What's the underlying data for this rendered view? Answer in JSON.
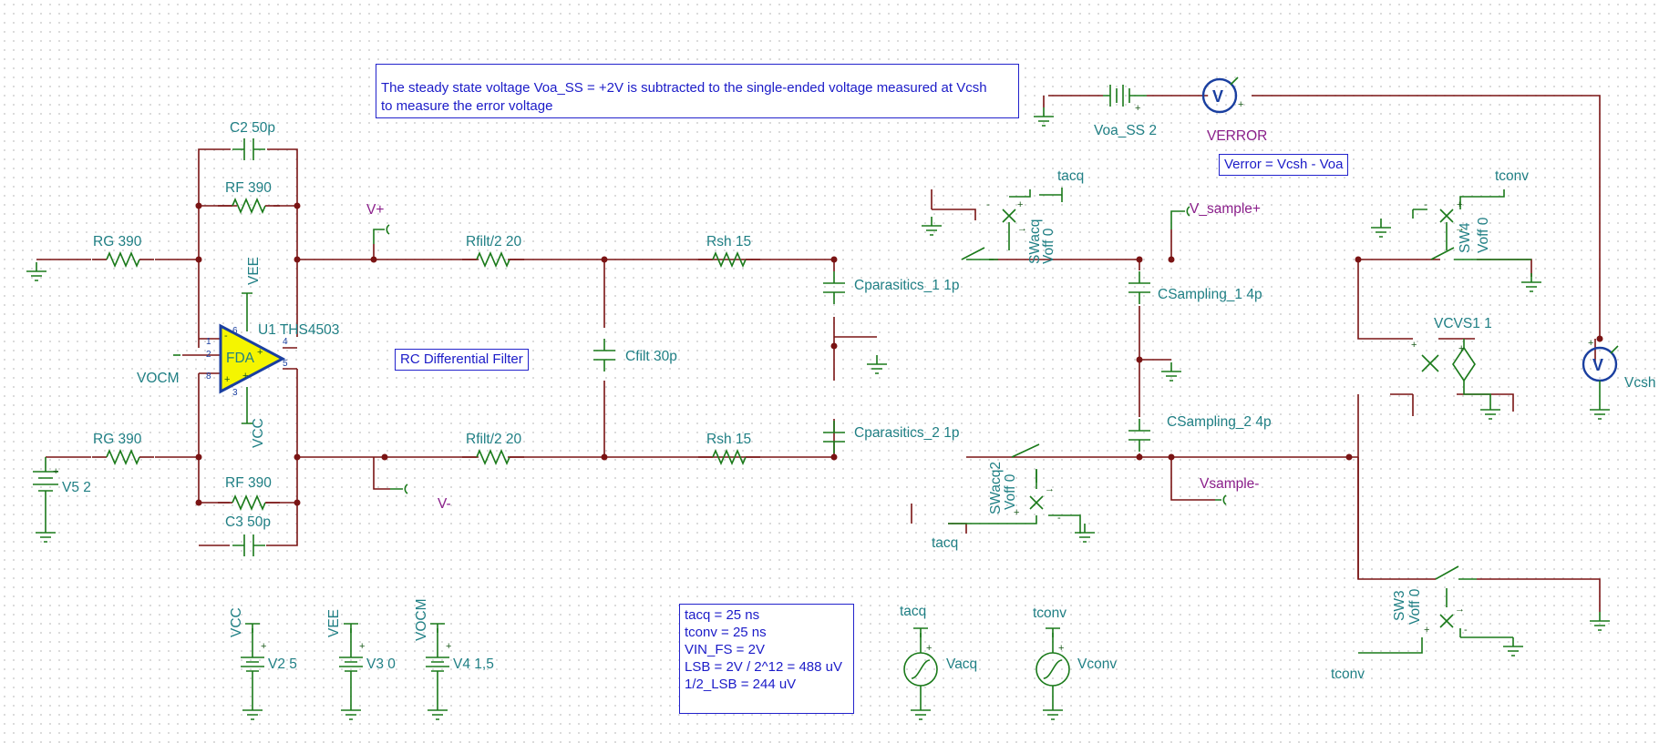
{
  "notes": {
    "error_note_line1": "The steady state voltage Voa_SS = +2V is subtracted to the single-ended voltage measured at Vcsh",
    "error_note_line2": "to measure the error voltage",
    "verror_eq": "Verror = Vcsh - Voa",
    "rc_filter": "RC Differential Filter"
  },
  "params": [
    "tacq = 25 ns",
    "tconv = 25 ns",
    "VIN_FS = 2V",
    "LSB = 2V / 2^12 = 488 uV",
    "1/2_LSB = 244 uV"
  ],
  "components": {
    "c2": "C2 50p",
    "rf_top": "RF 390",
    "rg_top": "RG 390",
    "rg_bot": "RG 390",
    "rf_bot": "RF 390",
    "c3": "C3 50p",
    "u1": "U1 THS4503",
    "fda": "FDA",
    "v5": "V5 2",
    "vee": "VEE",
    "vcc": "VCC",
    "vocm": "VOCM",
    "rfilt_top": "Rfilt/2 20",
    "rfilt_bot": "Rfilt/2 20",
    "cfilt": "Cfilt 30p",
    "rsh_top": "Rsh 15",
    "rsh_bot": "Rsh 15",
    "cpar1": "Cparasitics_1 1p",
    "cpar2": "Cparasitics_2 1p",
    "cs1": "CSampling_1 4p",
    "cs2": "CSampling_2 4p",
    "swacq": "SWacq",
    "swacq2": "SWacq2",
    "sw4": "SW4",
    "sw3": "SW3",
    "voff": "Voff 0",
    "voa": "Voa_SS 2",
    "verror": "VERROR",
    "vcvs": "VCVS1 1",
    "vcsh": "Vcsh",
    "v2": "V2 5",
    "v3": "V3 0",
    "v4": "V4 1,5",
    "vacq": "Vacq",
    "vconv": "Vconv"
  },
  "nets": {
    "vplus": "V+",
    "vminus": "V-",
    "vsample_plus": "V_sample+",
    "vsample_minus": "Vsample-",
    "tacq": "tacq",
    "tconv": "tconv",
    "vcc": "VCC",
    "vee": "VEE",
    "vocm": "VOCM"
  },
  "pins": {
    "p1": "1",
    "p2": "2",
    "p3": "3",
    "p4": "4",
    "p5": "5",
    "p6": "6",
    "p8": "8"
  },
  "glyphs": {
    "plus": "+",
    "minus": "-",
    "volt": "V",
    "arrow": "→"
  },
  "colors": {
    "wire": "#7a1414",
    "component": "#1a7a1a",
    "label": "#1f7f84",
    "net_label": "#8a1e8a",
    "note": "#1b1bc8",
    "opamp_fill": "#f5f500"
  }
}
